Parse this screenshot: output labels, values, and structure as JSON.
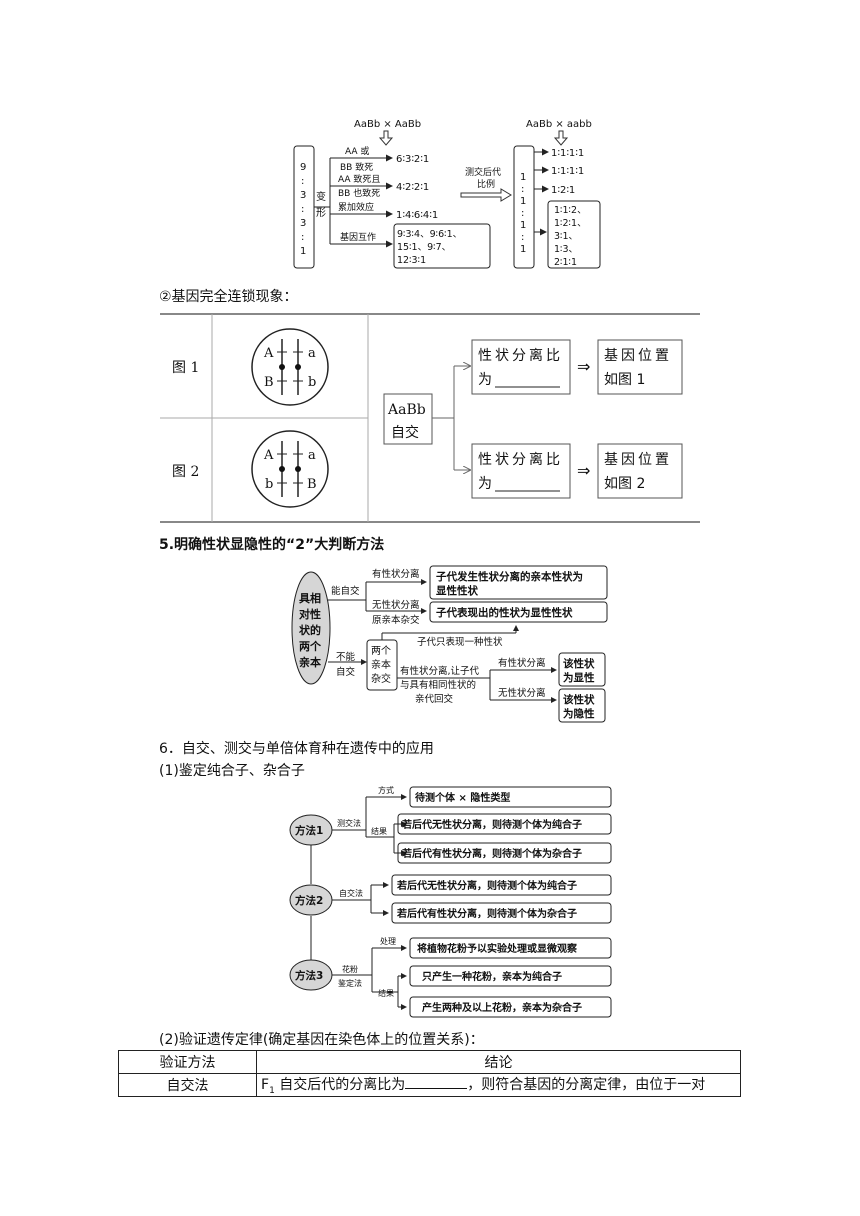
{
  "fig1": {
    "cross_left": "AaBb × AaBb",
    "cross_right": "AaBb × aabb",
    "base_ratio": "9∶3∶3∶1",
    "variant_label": "变形",
    "branch1_line1": "AA 或",
    "branch1_line2": "BB 致死",
    "branch1_ratio": "6∶3∶2∶1",
    "branch2_line1": "AA 致死且",
    "branch2_line2": "BB 也致死",
    "branch2_ratio": "4∶2∶2∶1",
    "branch3": "累加效应",
    "branch3_ratio": "1∶4∶6∶4∶1",
    "branch4": "基因互作",
    "branch4_ratios": [
      "9∶3∶4、9∶6∶1、",
      "15∶1、9∶7、",
      "12∶3∶1"
    ],
    "arrow_label_1": "测交后代",
    "arrow_label_2": "比例",
    "test_base": "1∶1∶1∶1",
    "test_r1": "1∶1∶1∶1",
    "test_r2": "1∶1∶1∶1",
    "test_r3": "1∶2∶1",
    "test_r4": [
      "1∶1∶2、",
      "1∶2∶1、",
      "3∶1、",
      "1∶3、",
      "2∶1∶1"
    ]
  },
  "section2_heading": "②基因完全连锁现象：",
  "linkage": {
    "fig1_label": "图 1",
    "fig2_label": "图 2",
    "fig1_genes": [
      "A",
      "a",
      "B",
      "b"
    ],
    "fig2_genes": [
      "A",
      "a",
      "b",
      "B"
    ],
    "parent_line1": "AaBb",
    "parent_line2": "自交",
    "result1_line1": "性状分离比",
    "result1_line2": "为",
    "result2_line1": "性状分离比",
    "result2_line2": "为",
    "arrow": "⇒",
    "pos1_line1": "基因位置",
    "pos1_line2": "如图 1",
    "pos2_line1": "基因位置",
    "pos2_line2": "如图 2"
  },
  "section5_heading": "5.明确性状显隐性的“2”大判断方法",
  "dom": {
    "root_chars": [
      "具相",
      "对性",
      "状的",
      "两个",
      "亲本"
    ],
    "can_self": "能自交",
    "has_sep": "有性状分离",
    "box1_line1": "子代发生性状分离的亲本性状为",
    "box1_line2": "显性性状",
    "no_sep": "无性状分离",
    "orig_cross": "原亲本杂交",
    "box2": "子代表现出的性状为显性性状",
    "one_trait": "子代只表现一种性状",
    "cannot_1": "不能",
    "cannot_2": "自交",
    "cross_box": [
      "两个",
      "亲本",
      "杂交"
    ],
    "has_sep_2a": "有性状分离,让子代",
    "has_sep_2b": "与具有相同性状的",
    "has_sep_2c": "亲代回交",
    "has_sep_3": "有性状分离",
    "no_sep_3": "无性状分离",
    "dom_box": [
      "该性状",
      "为显性"
    ],
    "rec_box": [
      "该性状",
      "为隐性"
    ]
  },
  "section6_heading": "6．自交、测交与单倍体育种在遗传中的应用",
  "sub1_heading": "(1)鉴定纯合子、杂合子",
  "pure": {
    "m1": "方法1",
    "m2": "方法2",
    "m3": "方法3",
    "testcross": "测交法",
    "manner": "方式",
    "result": "结果",
    "m1_box1": "待测个体 × 隐性类型",
    "m1_box2": "若后代无性状分离，则待测个体为纯合子",
    "m1_box3": "若后代有性状分离，则待测个体为杂合子",
    "selfcross": "自交法",
    "m2_box1": "若后代无性状分离，则待测个体为纯合子",
    "m2_box2": "若后代有性状分离，则待测个体为杂合子",
    "pollen_1": "花粉",
    "pollen_2": "鉴定法",
    "process": "处理",
    "result3": "结果",
    "m3_box1": "将植物花粉予以实验处理或显微观察",
    "m3_box2": "只产生一种花粉，亲本为纯合子",
    "m3_box3": "产生两种及以上花粉，亲本为杂合子"
  },
  "sub2_heading": "(2)验证遗传定律(确定基因在染色体上的位置关系)：",
  "table": {
    "h1": "验证方法",
    "h2": "结论",
    "r1c1": "自交法",
    "r1c2_a": "F",
    "r1c2_sub": "1",
    "r1c2_b": " 自交后代的分离比为",
    "r1c2_c": "，则符合基因的分离定律，由位于一对"
  }
}
